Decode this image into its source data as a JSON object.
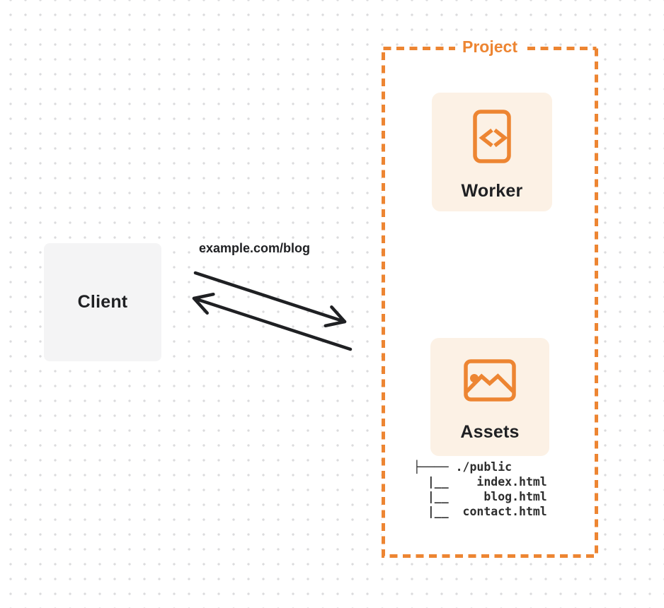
{
  "client": {
    "label": "Client"
  },
  "request": {
    "label": "example.com/blog"
  },
  "project": {
    "label": "Project",
    "worker": {
      "label": "Worker",
      "icon": "code-file-icon"
    },
    "assets": {
      "label": "Assets",
      "icon": "image-icon"
    },
    "file_tree": {
      "lines": [
        "├──── ./public",
        "  |__    index.html",
        "  |__     blog.html",
        "  |__  contact.html"
      ]
    }
  },
  "colors": {
    "accent_orange": "#ED8532",
    "card_bg": "#FCF1E5",
    "client_bg": "#F4F4F5",
    "ink": "#1F2023",
    "tree_ink": "#2D2D2D",
    "dot_color": "#DBDBDD"
  }
}
